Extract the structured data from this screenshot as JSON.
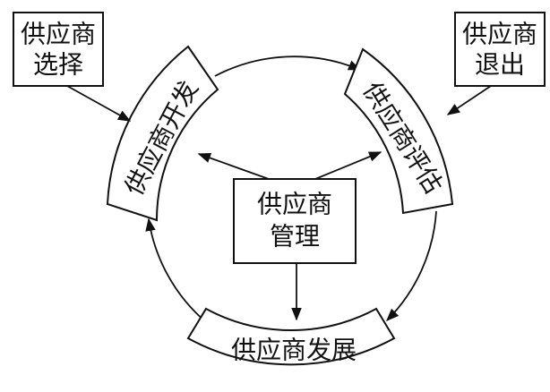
{
  "diagram": {
    "center": {
      "line1": "供应商",
      "line2": "管理"
    },
    "top_left_box": {
      "line1": "供应商",
      "line2": "选择"
    },
    "top_right_box": {
      "line1": "供应商",
      "line2": "退出"
    },
    "stage_develop": {
      "text": "供应商开发"
    },
    "stage_evaluate": {
      "text": "供应商评估"
    },
    "stage_growth": {
      "text": "供应商发展"
    }
  }
}
